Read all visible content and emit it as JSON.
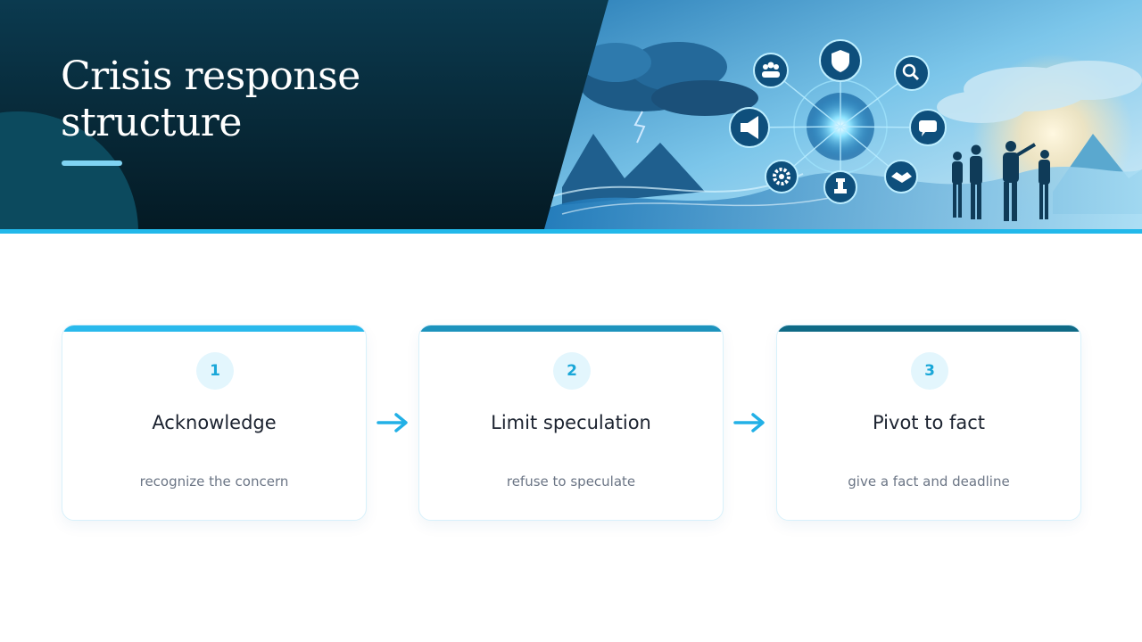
{
  "header": {
    "title_line1": "Crisis response",
    "title_line2": "structure"
  },
  "illustration": {
    "icons": [
      "shield-icon",
      "search-icon",
      "chat-icon",
      "handshake-icon",
      "chess-piece-icon",
      "gear-icon",
      "megaphone-icon",
      "team-icon"
    ]
  },
  "steps": [
    {
      "number": "1",
      "title": "Acknowledge",
      "desc": "recognize the concern",
      "accent": "#29b9ec"
    },
    {
      "number": "2",
      "title": "Limit speculation",
      "desc": "refuse to speculate",
      "accent": "#1d93bd"
    },
    {
      "number": "3",
      "title": "Pivot to fact",
      "desc": "give a fact and deadline",
      "accent": "#0f6a86"
    }
  ],
  "colors": {
    "header_dark": "#0a3446",
    "rule": "#22b8ea",
    "arrow": "#22b0e6",
    "step_number": "#1aa7d8"
  }
}
